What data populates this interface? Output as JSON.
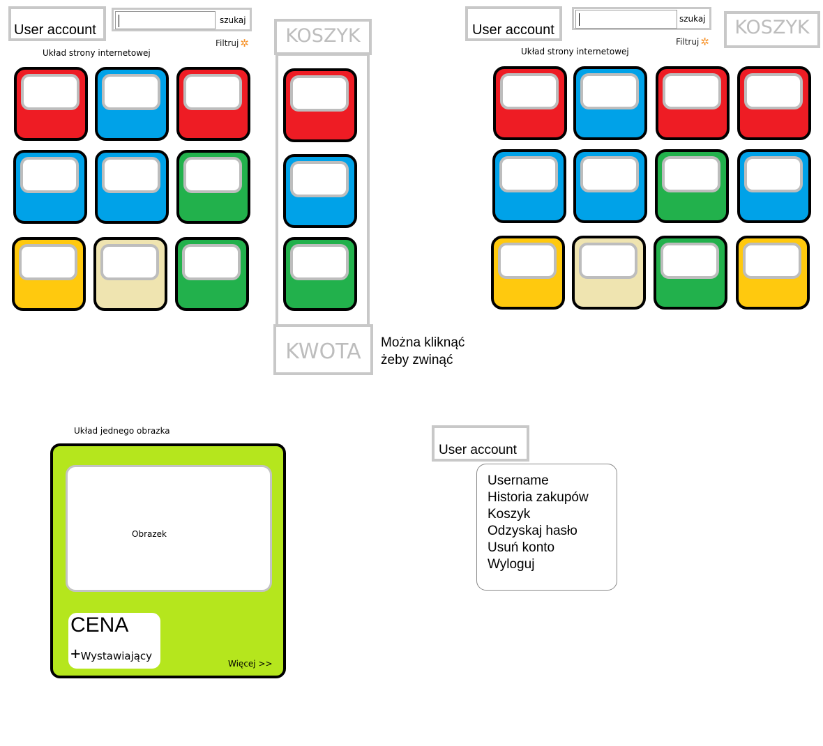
{
  "left_panel": {
    "user_account": "User account",
    "search_button": "szukaj",
    "filter_label": "Filtruj",
    "layout_label": "Układ strony internetowej",
    "tiles": [
      "red",
      "blue",
      "red",
      "blue",
      "blue",
      "green",
      "yellow",
      "beige",
      "green"
    ]
  },
  "cart": {
    "title": "KOSZYK",
    "items": [
      "red",
      "blue",
      "green"
    ],
    "amount_label": "KWOTA",
    "note_line1": "Można kliknąć",
    "note_line2": "żeby zwinąć"
  },
  "right_panel": {
    "user_account": "User account",
    "search_button": "szukaj",
    "filter_label": "Filtruj",
    "layout_label": "Układ strony internetowej",
    "cart_title": "KOSZYK",
    "tiles": [
      "red",
      "blue",
      "red",
      "red",
      "blue",
      "blue",
      "green",
      "blue",
      "yellow",
      "beige",
      "green",
      "yellow"
    ]
  },
  "single_item": {
    "layout_label": "Układ jednego obrazka",
    "image_label": "Obrazek",
    "price_label": "CENA",
    "plus": "+",
    "seller_label": "Wystawiający",
    "more_link": "Więcej >>"
  },
  "account_menu": {
    "button_label": "User account",
    "items": [
      "Username",
      "Historia zakupów",
      "Koszyk",
      "Odzyskaj hasło",
      "Usuń konto",
      "Wyloguj"
    ]
  },
  "colors": {
    "red": "#ee1c24",
    "blue": "#00a2e8",
    "green": "#22b14c",
    "yellow": "#ffc90e",
    "beige": "#efe4b0",
    "lime": "#b5e61d",
    "gray": "#c8c8c8"
  }
}
